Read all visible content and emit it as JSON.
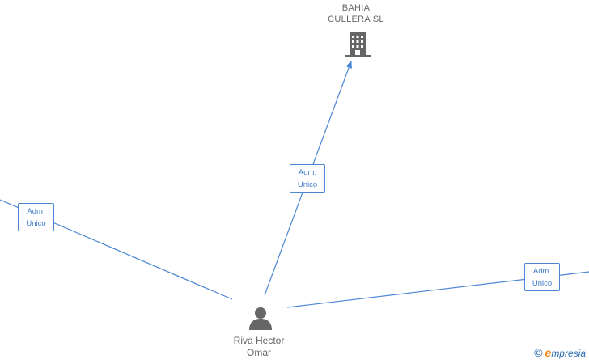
{
  "nodes": {
    "company": {
      "label_line1": "BAHIA",
      "label_line2": "CULLERA  SL",
      "icon": "building-icon"
    },
    "person": {
      "label_line1": "Riva Hector",
      "label_line2": "Omar",
      "icon": "person-icon"
    }
  },
  "edges": {
    "edge_company": {
      "line1": "Adm.",
      "line2": "Unico"
    },
    "edge_left": {
      "line1": "Adm.",
      "line2": "Unico"
    },
    "edge_right": {
      "line1": "Adm.",
      "line2": "Unico"
    }
  },
  "colors": {
    "edge": "#4a86d4",
    "icon": "#666666",
    "brand": "#2c6bb0",
    "brand_accent": "#f08a1c"
  },
  "footer": {
    "copyright_symbol": "©",
    "brand_initial": "e",
    "brand_rest": "mpresia"
  }
}
